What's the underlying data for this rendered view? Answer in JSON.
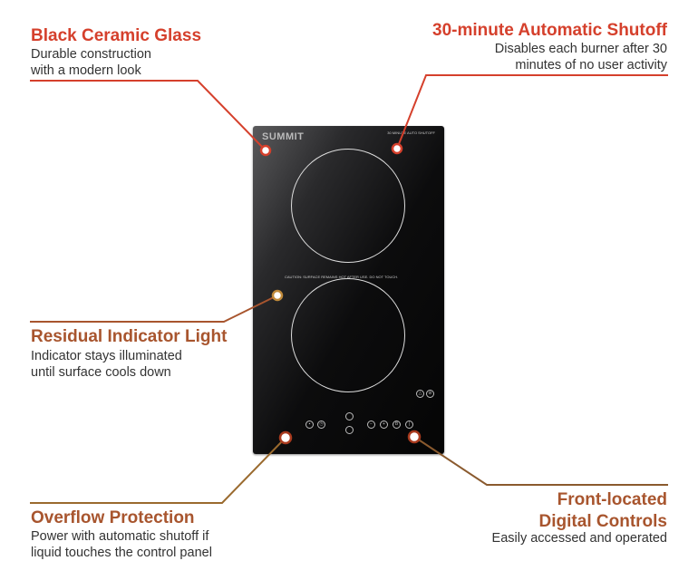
{
  "brand": "SUMMIT",
  "cooktop": {
    "top_label": "30 MINUTE AUTO SHUTOFF",
    "caution": "CAUTION: SURFACE REMAINS HOT AFTER USE. DO NOT TOUCH."
  },
  "features": [
    {
      "title": "Black Ceramic Glass",
      "desc1": "Durable construction",
      "desc2": "with a modern look"
    },
    {
      "title": "30-minute Automatic Shutoff",
      "desc1": "Disables each burner after 30",
      "desc2": "minutes of no user activity"
    },
    {
      "title": "Residual Indicator Light",
      "desc1": "Indicator stays illuminated",
      "desc2": "until surface cools down"
    },
    {
      "title": "Overflow Protection",
      "desc1": "Power with automatic shutoff if",
      "desc2": "liquid touches the control panel"
    },
    {
      "title": "Front-located",
      "title2": "Digital Controls",
      "desc1": "Easily accessed and operated"
    }
  ],
  "colors": {
    "red": "#d5402c",
    "brown": "#a8552e"
  }
}
